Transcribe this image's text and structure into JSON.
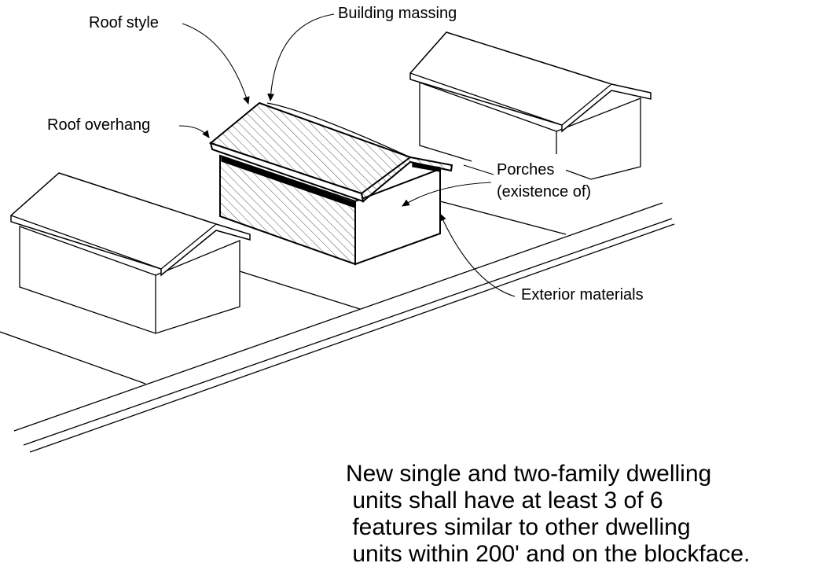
{
  "labels": {
    "roof_style": "Roof style",
    "building_massing": "Building massing",
    "roof_overhang": "Roof overhang",
    "porches_line1": "Porches",
    "porches_line2": "(existence of)",
    "exterior_materials": "Exterior materials"
  },
  "caption": [
    "New single and two-family dwelling",
    " units shall have at least 3 of 6",
    " features similar to other dwelling",
    " units within 200' and on the blockface."
  ]
}
